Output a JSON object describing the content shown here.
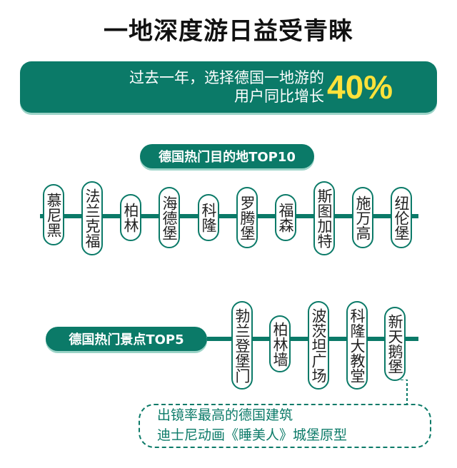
{
  "title": "一地深度游日益受青睐",
  "banner": {
    "line1": "过去一年，选择德国一地游的",
    "line2": "用户同比增长",
    "percent": "40%"
  },
  "destinations": {
    "label": "德国热门目的地TOP10",
    "items": [
      "慕尼黑",
      "法兰克福",
      "柏林",
      "海德堡",
      "科隆",
      "罗腾堡",
      "福森",
      "斯图加特",
      "施万高",
      "纽伦堡"
    ]
  },
  "attractions": {
    "label": "德国热门景点TOP5",
    "items": [
      "勃兰登堡门",
      "柏林墙",
      "波茨坦广场",
      "科隆大教堂",
      "新天鹅堡"
    ]
  },
  "note": {
    "line1": "出镜率最高的德国建筑",
    "line2": "迪士尼动画《睡美人》城堡原型"
  },
  "colors": {
    "accent": "#0b7a68",
    "highlight": "#ffe23a"
  }
}
